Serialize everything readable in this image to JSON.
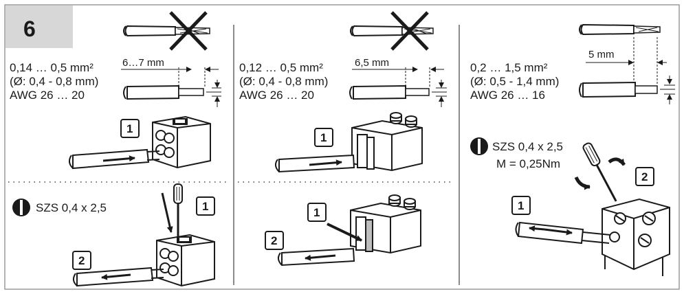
{
  "step_number": "6",
  "colors": {
    "frame": "#9a9a9a",
    "step_bg": "#d7d7d7",
    "ink": "#1a1a1a",
    "wire_fill": "#ffffff"
  },
  "panels": [
    {
      "spec_lines": [
        "0,14 … 0,5 mm²",
        "(Ø: 0,4 - 0,8 mm)",
        "AWG 26 … 20"
      ],
      "strip_length": "6…7 mm",
      "steps": [
        "1",
        "2",
        "1"
      ],
      "tool": "SZS 0,4 x 2,5"
    },
    {
      "spec_lines": [
        "0,12 … 0,5 mm²",
        "(Ø: 0,4 - 0,8 mm)",
        "AWG 26 … 20"
      ],
      "strip_length": "6,5 mm",
      "steps": [
        "1",
        "1",
        "2"
      ]
    },
    {
      "spec_lines": [
        "0,2 … 1,5 mm²",
        "(Ø: 0,5 - 1,4 mm)",
        "AWG 26 … 16"
      ],
      "strip_length": "5 mm",
      "steps": [
        "2",
        "1"
      ],
      "tool": "SZS 0,4 x 2,5",
      "torque": "M = 0,25Nm"
    }
  ]
}
